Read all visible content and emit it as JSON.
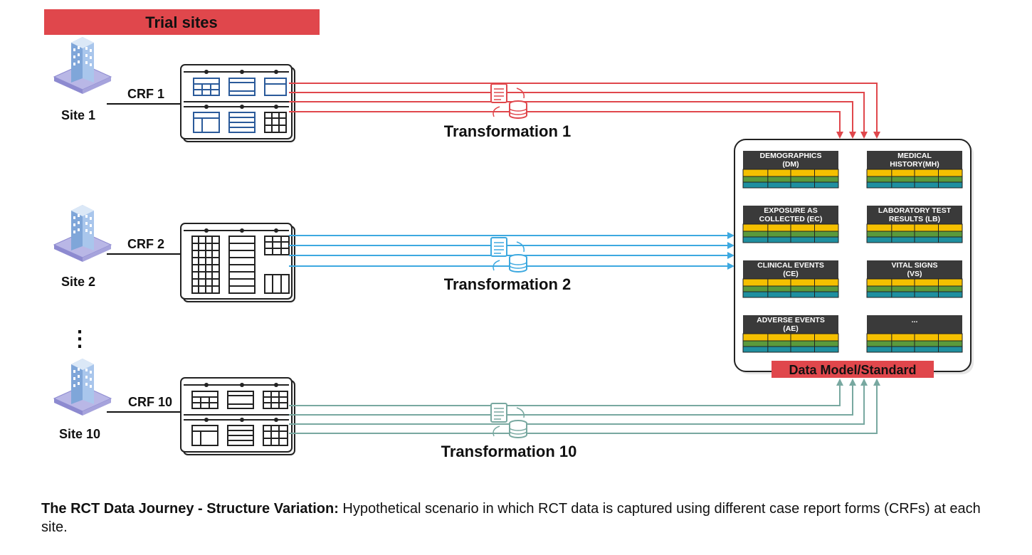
{
  "header": {
    "title": "Trial sites"
  },
  "sites": [
    {
      "site_label": "Site 1",
      "crf_label": "CRF 1",
      "transformation_label": "Transformation 1",
      "color": "#e0474c"
    },
    {
      "site_label": "Site 2",
      "crf_label": "CRF 2",
      "transformation_label": "Transformation 2",
      "color": "#3da9e0"
    },
    {
      "site_label": "Site 10",
      "crf_label": "CRF 10",
      "transformation_label": "Transformation 10",
      "color": "#78a8a0"
    }
  ],
  "ellipsis": "⋮",
  "data_model": {
    "label": "Data Model/Standard",
    "domains": [
      {
        "line1": "DEMOGRAPHICS",
        "line2": "(DM)"
      },
      {
        "line1": "MEDICAL",
        "line2": "HISTORY(MH)"
      },
      {
        "line1": "EXPOSURE AS",
        "line2": "COLLECTED (EC)"
      },
      {
        "line1": "LABORATORY TEST",
        "line2": "RESULTS (LB)"
      },
      {
        "line1": "CLINICAL EVENTS",
        "line2": "(CE)"
      },
      {
        "line1": "VITAL SIGNS",
        "line2": "(VS)"
      },
      {
        "line1": "ADVERSE EVENTS",
        "line2": "(AE)"
      },
      {
        "line1": "...",
        "line2": ""
      }
    ]
  },
  "colors": {
    "header_red": "#e0474c",
    "domain_header": "#3a3a3a",
    "row_yellow": "#f5c000",
    "row_green": "#5a9a3c",
    "row_teal": "#1f8fa0",
    "crf_blue": "#2a5a9a"
  },
  "icons": [
    "building-icon",
    "document-icon",
    "database-icon",
    "cycle-arrow-icon"
  ],
  "caption": {
    "title": "The RCT Data Journey - Structure Variation:",
    "text": " Hypothetical scenario in which RCT data is captured using different case report forms (CRFs) at each site."
  }
}
